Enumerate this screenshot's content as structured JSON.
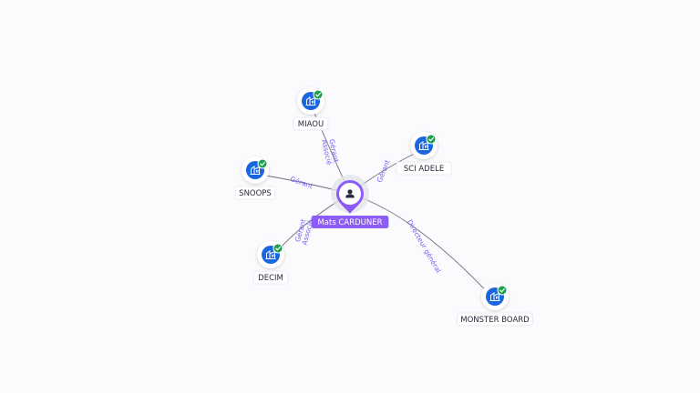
{
  "center": {
    "name": "Mats CARDUNER",
    "icon": "person-icon",
    "color": "#8b5cf6"
  },
  "companies": [
    {
      "id": "miaou",
      "name": "MIAOU",
      "relation_lines": [
        "Gérant",
        "Associé"
      ],
      "icon": "building-icon",
      "status": "verified"
    },
    {
      "id": "sci-adele",
      "name": "SCI ADELE",
      "relation_lines": [
        "Gérant"
      ],
      "icon": "building-icon",
      "status": "verified"
    },
    {
      "id": "snoops",
      "name": "SNOOPS",
      "relation_lines": [
        "Gérant"
      ],
      "icon": "building-icon",
      "status": "verified"
    },
    {
      "id": "decim",
      "name": "DECIM",
      "relation_lines": [
        "Gérant",
        "Associé"
      ],
      "icon": "building-icon",
      "status": "verified"
    },
    {
      "id": "monster-board",
      "name": "MONSTER BOARD",
      "relation_lines": [
        "Directeur général"
      ],
      "icon": "building-icon",
      "status": "verified"
    }
  ],
  "colors": {
    "company_icon": "#1a66e0",
    "verified_badge": "#1a9e4a",
    "edge_label": "#7a5bf0",
    "edge": "#6e6e7a"
  }
}
